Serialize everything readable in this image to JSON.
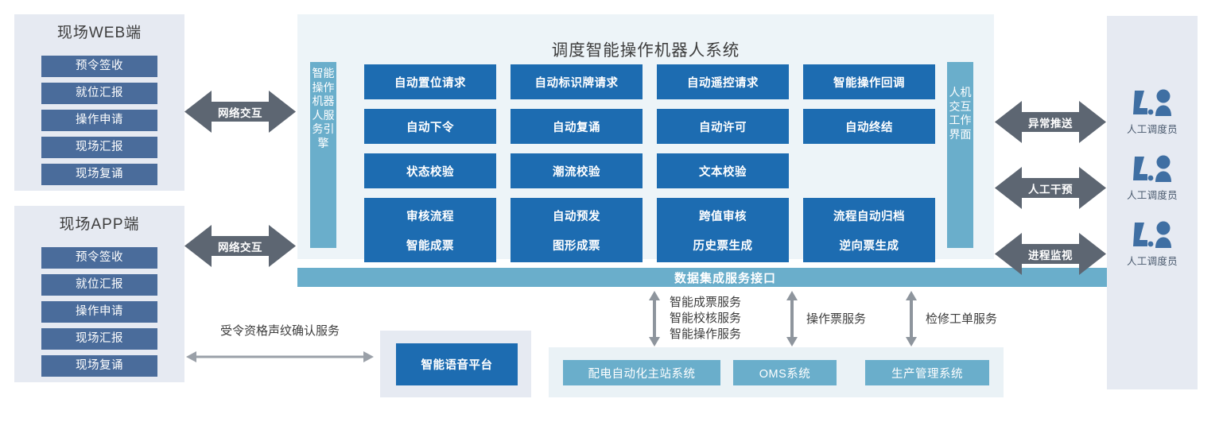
{
  "left_clients": [
    {
      "title": "现场WEB端",
      "items": [
        "预令签收",
        "就位汇报",
        "操作申请",
        "现场汇报",
        "现场复诵"
      ]
    },
    {
      "title": "现场APP端",
      "items": [
        "预令签收",
        "就位汇报",
        "操作申请",
        "现场汇报",
        "现场复诵"
      ]
    }
  ],
  "network_arrows": [
    {
      "label": "网络交互"
    },
    {
      "label": "网络交互"
    }
  ],
  "main": {
    "title": "调度智能操作机器人系统",
    "left_bar": "智能操作机器人服务引擎",
    "right_bar": "人机交互工作界面",
    "grid": [
      [
        "自动置位请求",
        "自动标识牌请求",
        "自动遥控请求",
        "智能操作回调"
      ],
      [
        "自动下令",
        "自动复诵",
        "自动许可",
        "自动终结"
      ],
      [
        "状态校验",
        "潮流校验",
        "文本校验",
        ""
      ],
      [
        "审核流程",
        "自动预发",
        "跨值审核",
        "流程自动归档"
      ],
      [
        "智能成票",
        "图形成票",
        "历史票生成",
        "逆向票生成"
      ]
    ]
  },
  "data_bar": {
    "label": "数据集成服务接口"
  },
  "operator_arrows": [
    {
      "label": "异常推送"
    },
    {
      "label": "人工干预"
    },
    {
      "label": "进程监视"
    }
  ],
  "operators": [
    {
      "label": "人工调度员",
      "icon": "operator-desk-icon"
    },
    {
      "label": "人工调度员",
      "icon": "operator-desk-icon"
    },
    {
      "label": "人工调度员",
      "icon": "operator-desk-icon"
    }
  ],
  "voice": {
    "arrow_label": "受令资格声纹确认服务",
    "platform": "智能语音平台"
  },
  "service_labels": [
    {
      "lines": [
        "智能成票服务",
        "智能校核服务",
        "智能操作服务"
      ]
    },
    {
      "lines": [
        "操作票服务"
      ]
    },
    {
      "lines": [
        "检修工单服务"
      ]
    }
  ],
  "bottom_systems": [
    {
      "label": "配电自动化主站系统"
    },
    {
      "label": "OMS系统"
    },
    {
      "label": "生产管理系统"
    }
  ],
  "colors": {
    "deep_blue": "#1d6cb1",
    "slate_blue": "#4a6c9b",
    "teal": "#6aaecb",
    "panel_bg": "#e6eaf2",
    "main_bg": "#edf4f8",
    "sys_bg": "#eaf2f6",
    "arrow_gray": "#5d6672",
    "thin_arrow": "#9aa0a8",
    "icon_blue": "#3f6fa3"
  }
}
